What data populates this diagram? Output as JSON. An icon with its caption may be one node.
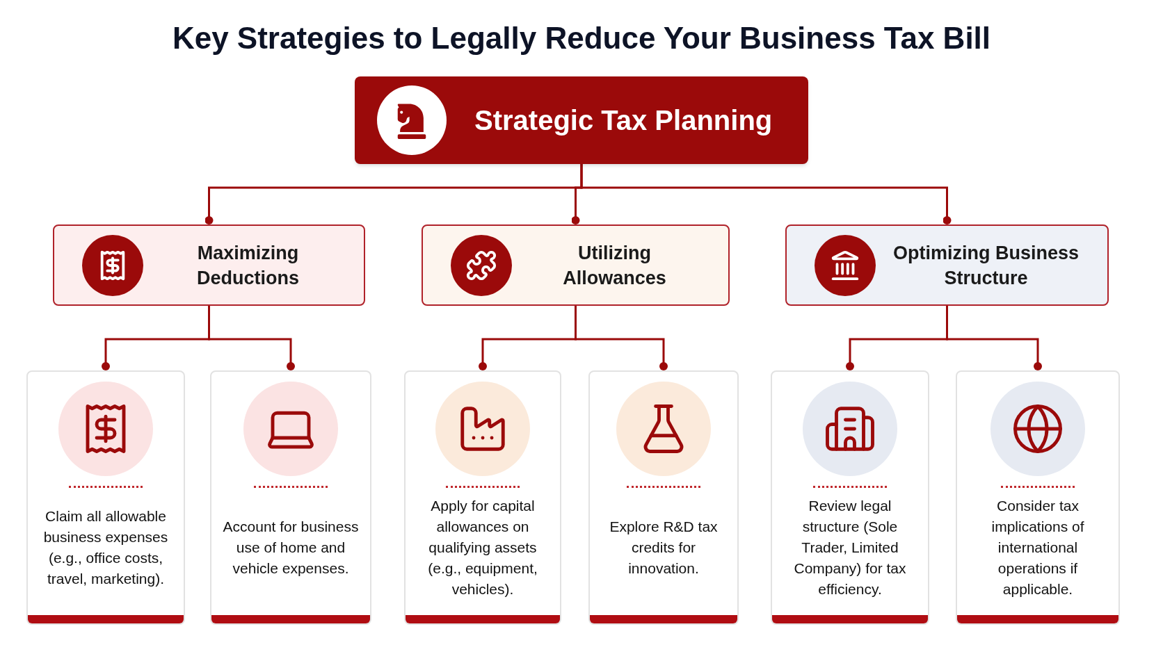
{
  "diagram": {
    "title": "Key Strategies to Legally Reduce Your Business Tax Bill",
    "nodes": [
      {
        "text": [
          "Strategic Tax Planning"
        ]
      },
      {
        "text": [
          "Maximizing Deductions"
        ]
      },
      {
        "text": [
          "Utilizing Allowances"
        ]
      },
      {
        "text": [
          "Optimizing Business Structure"
        ]
      },
      {
        "text": [
          "Claim all allowable business expenses (e.g., office costs, travel, marketing)."
        ]
      },
      {
        "text": [
          "Account for business use of home and vehicle expenses."
        ]
      },
      {
        "text": [
          "Apply for capital allowances on qualifying assets (e.g., equipment, vehicles)."
        ]
      },
      {
        "text": [
          "Explore R&D tax credits for innovation."
        ]
      },
      {
        "text": [
          "Review legal structure (Sole Trader, Limited Company) for tax efficiency."
        ]
      },
      {
        "text": [
          "Consider tax implications of international operations if applicable."
        ]
      }
    ],
    "edges": [
      {
        "from": 0,
        "to": 1,
        "arrow": "other"
      },
      {
        "from": 0,
        "to": 2,
        "arrow": "other"
      },
      {
        "from": 0,
        "to": 3,
        "arrow": "other"
      },
      {
        "from": 1,
        "to": 4,
        "arrow": "other"
      },
      {
        "from": 1,
        "to": 5,
        "arrow": "other"
      },
      {
        "from": 2,
        "to": 6,
        "arrow": "other"
      },
      {
        "from": 2,
        "to": 7,
        "arrow": "other"
      },
      {
        "from": 3,
        "to": 8,
        "arrow": "other"
      },
      {
        "from": 3,
        "to": 9,
        "arrow": "other"
      }
    ]
  }
}
